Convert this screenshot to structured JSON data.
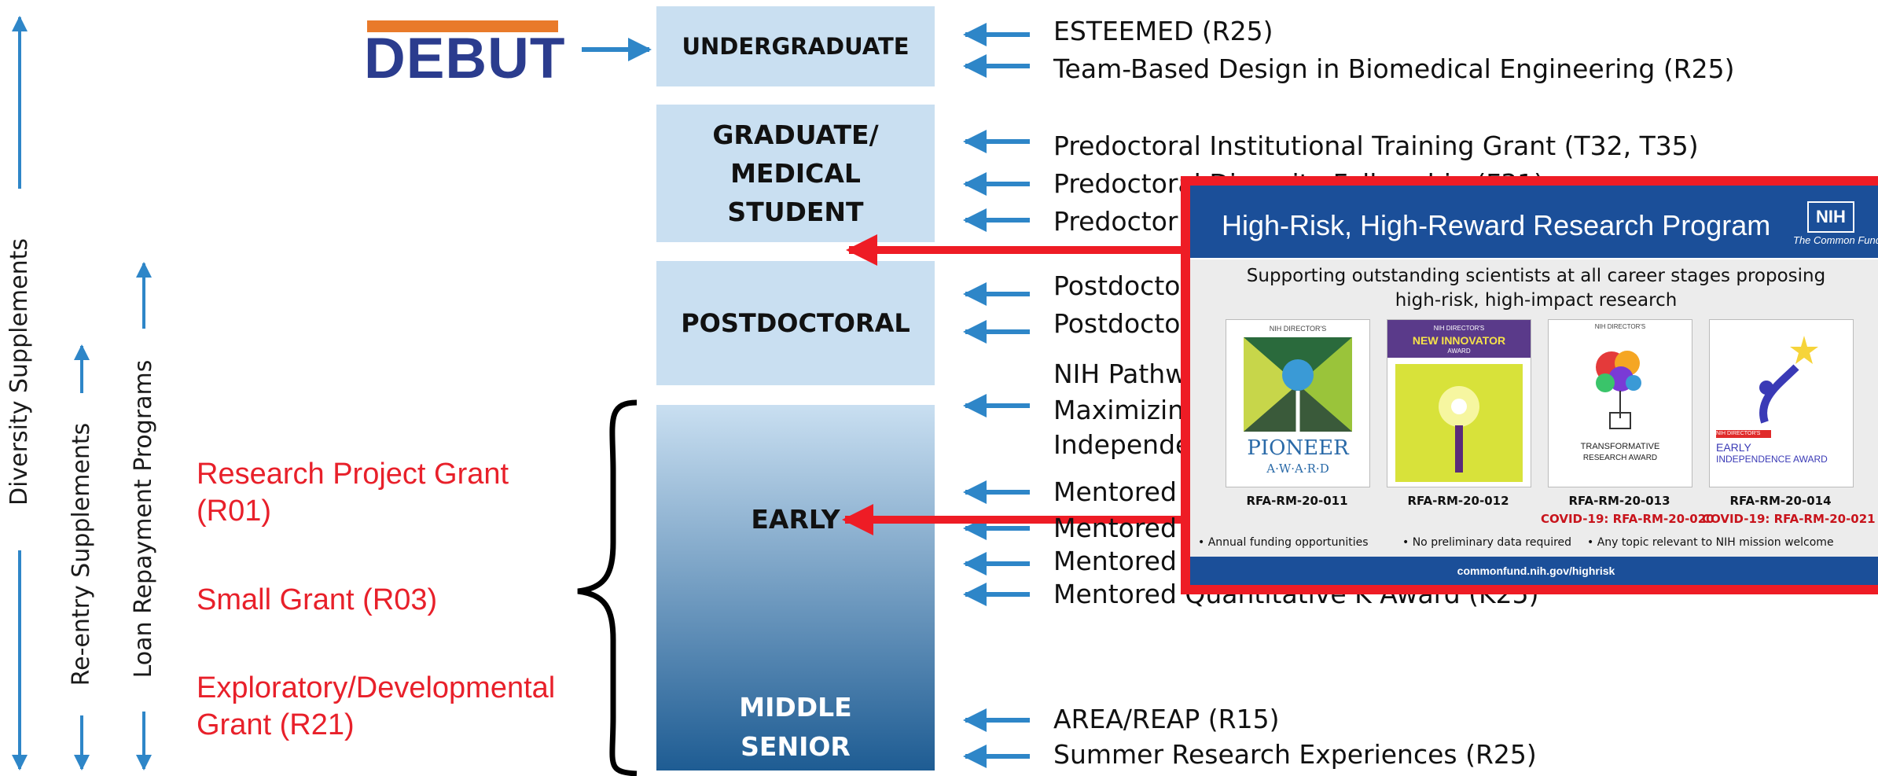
{
  "side_labels": {
    "diversity": "Diversity Supplements",
    "reentry": "Re-entry Supplements",
    "loan": "Loan Repayment Programs"
  },
  "red_grants": [
    "Research Project Grant (R01)",
    "Small Grant (R03)",
    "Exploratory/Developmental Grant (R21)"
  ],
  "debut_logo": "DEBUT",
  "stages": {
    "undergraduate": "UNDERGRADUATE",
    "graduate_lines": [
      "GRADUATE/",
      "MEDICAL",
      "STUDENT"
    ],
    "postdoctoral": "POSTDOCTORAL",
    "early": "EARLY",
    "middle_lines": [
      "MIDDLE",
      "SENIOR"
    ]
  },
  "programs": [
    "ESTEEMED (R25)",
    "Team-Based Design in Biomedical Engineering (R25)",
    "Predoctoral Institutional Training Grant (T32, T35)",
    "Predoctoral Diversity Fellowship (F31)",
    "Predoctor",
    "Postdocto",
    "Postdocto",
    "NIH Pathw",
    "Maximizin",
    "Independe",
    "Mentored",
    "Mentored",
    "Mentored",
    "Mentored Quantitative K Award (K25)",
    "AREA/REAP (R15)",
    "Summer Research Experiences (R25)"
  ],
  "hrp": {
    "title": "High-Risk, High-Reward Research Program",
    "nih": "NIH",
    "common_fund": "The Common Fund",
    "subtitle_lines": [
      "Supporting outstanding scientists at all career stages proposing",
      "high-risk, high-impact research"
    ],
    "awards": [
      {
        "top": "NIH DIRECTOR'S",
        "name1": "PIONEER",
        "name2": "A·W·A·R·D",
        "rfa": "RFA-RM-20-011",
        "covid": ""
      },
      {
        "top": "NIH DIRECTOR'S",
        "name1": "NEW INNOVATOR",
        "name2": "AWARD",
        "rfa": "RFA-RM-20-012",
        "covid": ""
      },
      {
        "top": "NIH DIRECTOR'S",
        "name1": "TRANSFORMATIVE",
        "name2": "RESEARCH AWARD",
        "rfa": "RFA-RM-20-013",
        "covid": "COVID-19: RFA-RM-20-020"
      },
      {
        "top": "NIH DIRECTOR'S",
        "name1": "EARLY",
        "name2": "INDEPENDENCE AWARD",
        "rfa": "RFA-RM-20-014",
        "covid": "COVID-19: RFA-RM-20-021"
      }
    ],
    "bullets": [
      "• Annual funding opportunities",
      "• No preliminary data required",
      "• Any topic relevant to NIH mission welcome"
    ],
    "url": "commonfund.nih.gov/highrisk"
  },
  "colors": {
    "stage_light": "#c9dff1",
    "gradient_top": "#c9dff1",
    "gradient_bottom": "#1e5c93",
    "arrow_blue": "#2e86c8",
    "red": "#ee1c25",
    "debut_blue": "#2b3c8e",
    "debut_orange": "#e97a2a"
  }
}
